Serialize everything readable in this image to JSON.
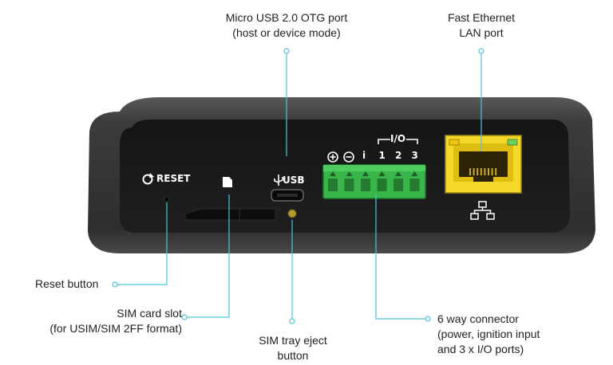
{
  "callouts": {
    "micro_usb": [
      "Micro USB 2.0 OTG port",
      "(host or device mode)"
    ],
    "ethernet": [
      "Fast Ethernet",
      "LAN port"
    ],
    "reset": [
      "Reset button"
    ],
    "sim_slot": [
      "SIM card slot",
      "(for USIM/SIM 2FF format)"
    ],
    "sim_eject": [
      "SIM tray eject",
      "button"
    ],
    "connector": [
      "6 way connector",
      "(power, ignition input",
      "and 3 x I/O ports)"
    ]
  },
  "device_labels": {
    "reset": "RESET",
    "usb": "USB",
    "io_group": "I/O",
    "pins": [
      "⊕",
      "⊖",
      "i",
      "1",
      "2",
      "3"
    ]
  },
  "colors": {
    "leader_line": "#4fc3dc",
    "connector_green": "#39b54a",
    "rj45_yellow": "#f5d82a",
    "device_body": "#3a3a3a",
    "device_face": "#1b1b1b"
  }
}
